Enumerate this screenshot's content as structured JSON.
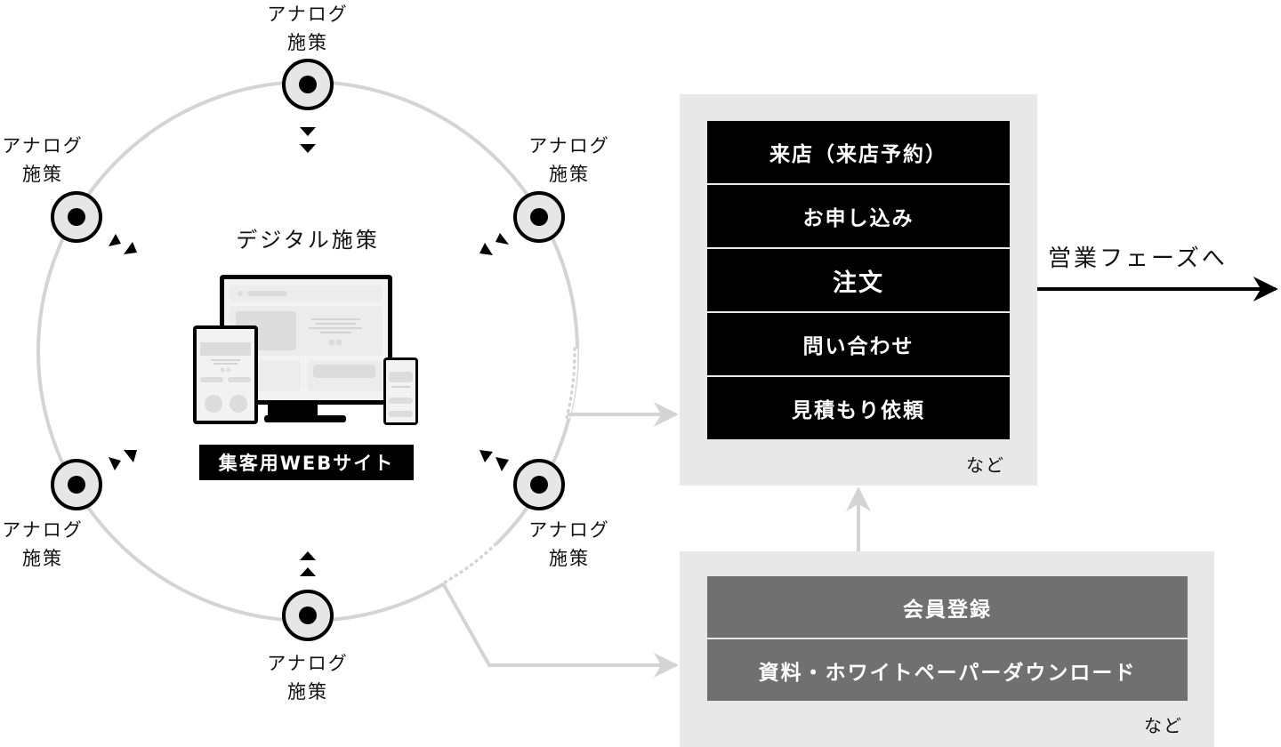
{
  "digital": {
    "title": "デジタル施策",
    "website_badge": "集客用WEBサイト"
  },
  "analog_nodes": [
    {
      "position": "top",
      "line1": "アナログ",
      "line2": "施策"
    },
    {
      "position": "upper-left",
      "line1": "アナログ",
      "line2": "施策"
    },
    {
      "position": "upper-right",
      "line1": "アナログ",
      "line2": "施策"
    },
    {
      "position": "lower-left",
      "line1": "アナログ",
      "line2": "施策"
    },
    {
      "position": "lower-right",
      "line1": "アナログ",
      "line2": "施策"
    },
    {
      "position": "bottom",
      "line1": "アナログ",
      "line2": "施策"
    }
  ],
  "conversion_panel": {
    "items": [
      "来店（来店予約）",
      "お申し込み",
      "注文",
      "問い合わせ",
      "見積もり依頼"
    ],
    "etc_label": "など"
  },
  "lead_panel": {
    "items": [
      "会員登録",
      "資料・ホワイトペーパーダウンロード"
    ],
    "etc_label": "など"
  },
  "sales_phase": {
    "label": "営業フェーズへ"
  },
  "colors": {
    "ring": "#d4d4d4",
    "node_fill": "#e6e6e6",
    "panel_bg": "#e8e8e8",
    "primary_item": "#000000",
    "secondary_item": "#707070",
    "connector": "#d4d4d4"
  }
}
